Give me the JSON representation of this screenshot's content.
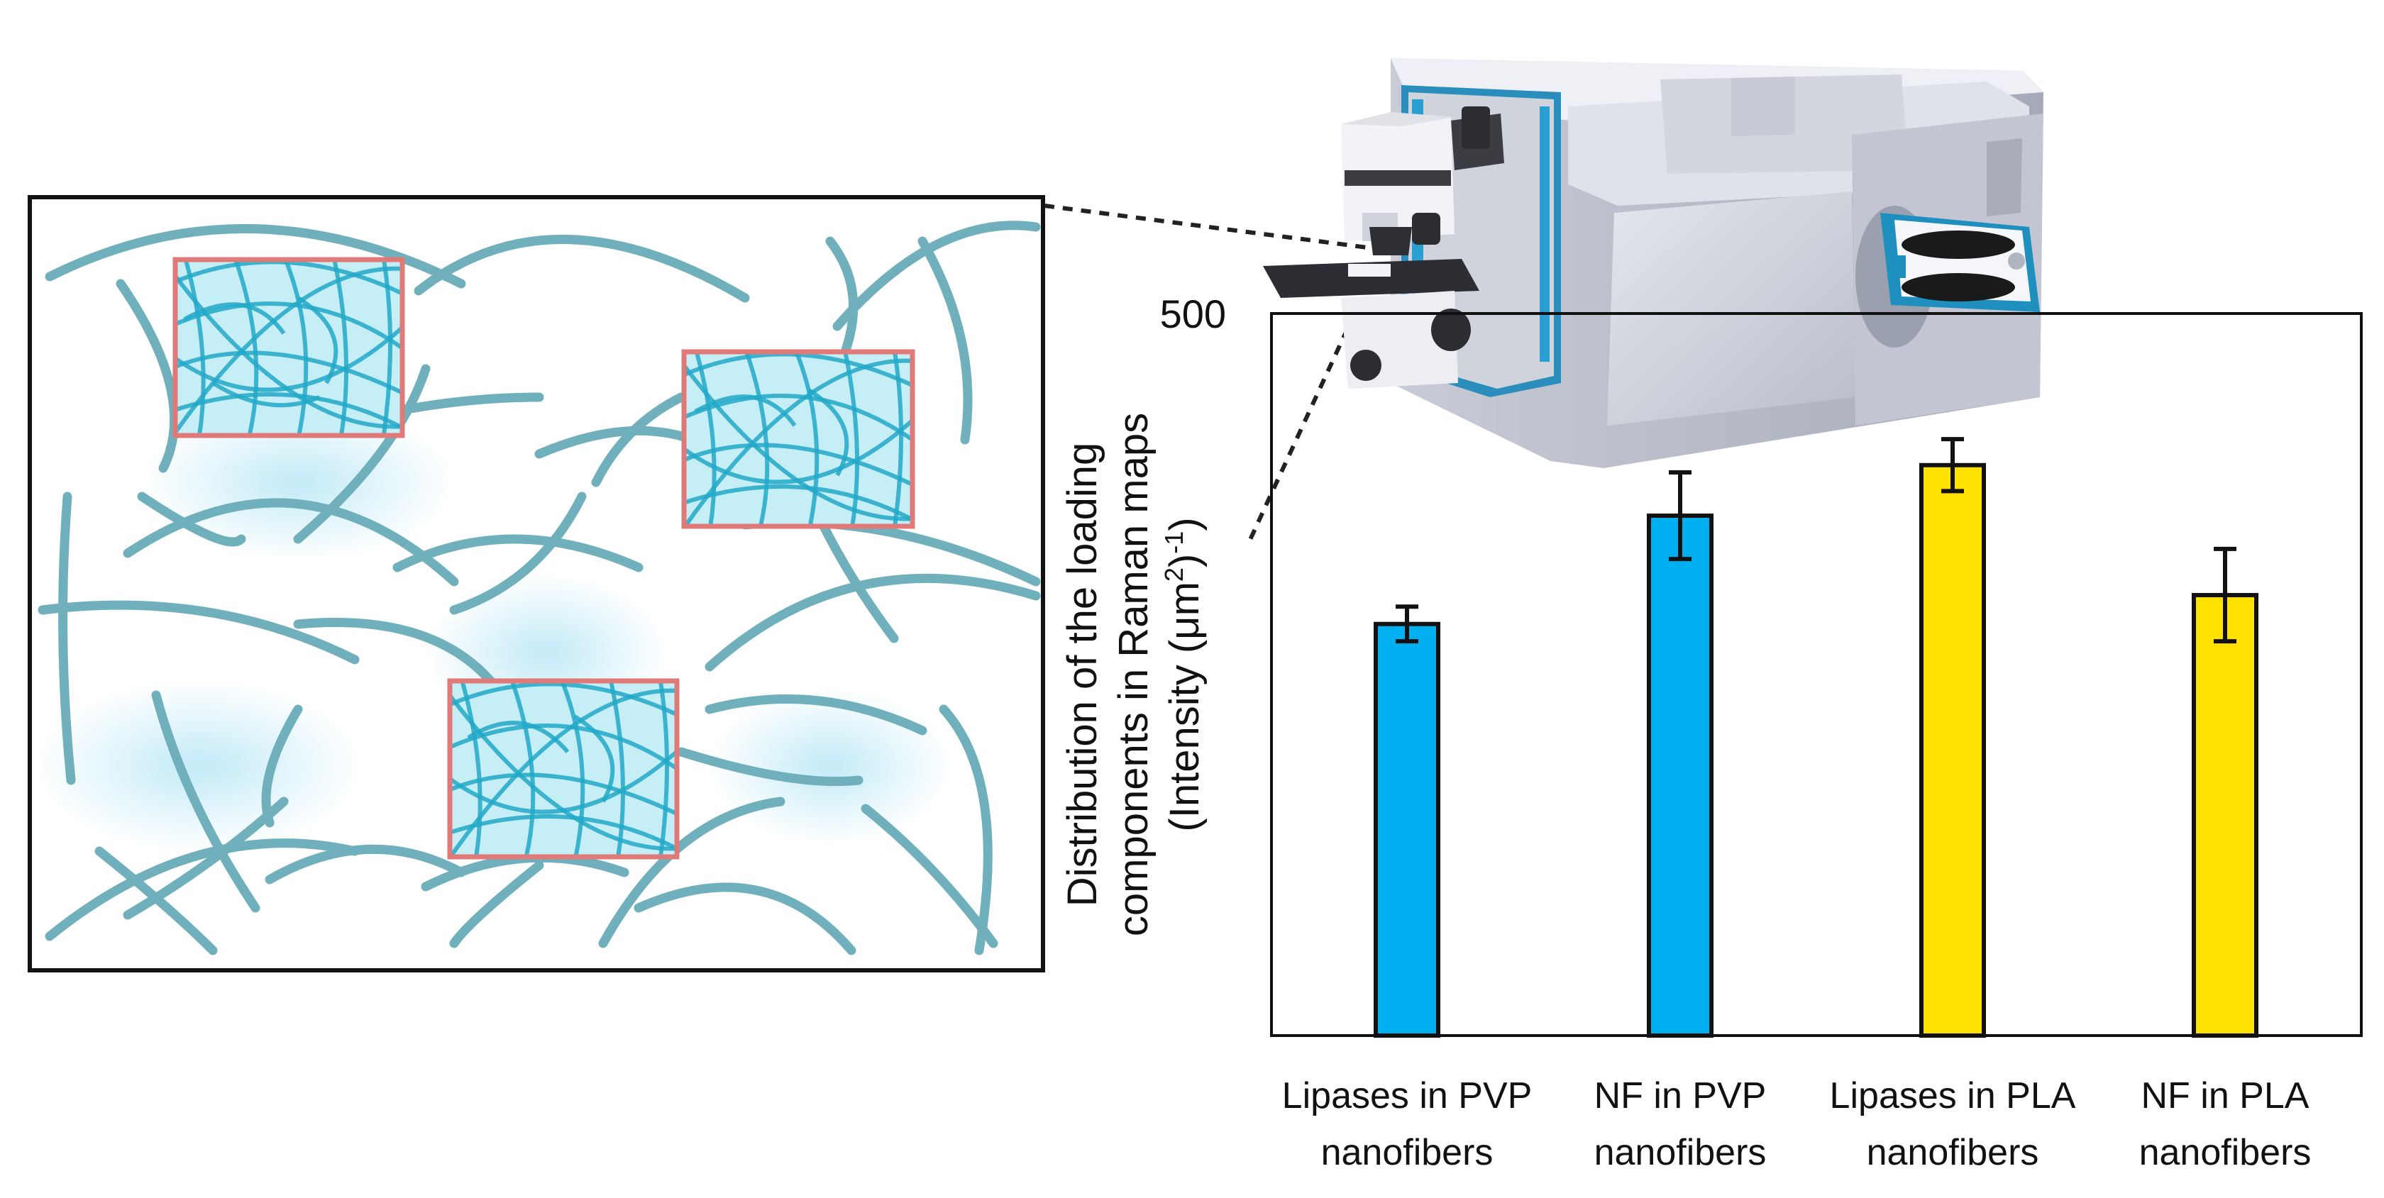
{
  "chart_data": {
    "type": "bar",
    "categories": [
      [
        "Lipases in PVP",
        "nanofibers"
      ],
      [
        "NF in PVP",
        "nanofibers"
      ],
      [
        "Lipases in PLA",
        "nanofibers"
      ],
      [
        "NF in PLA",
        "nanofibers"
      ]
    ],
    "values": [
      285,
      360,
      395,
      305
    ],
    "errors": [
      12,
      30,
      18,
      32
    ],
    "bar_colors": [
      "#00b0f0",
      "#00b0f0",
      "#ffe100",
      "#ffe100"
    ],
    "ylim": [
      0,
      500
    ],
    "yticks": [
      "500"
    ],
    "ylabel": [
      "Distribution of the loading",
      "components in Raman maps"
    ],
    "ylabel_unit": {
      "pre": "(Intensity (μm",
      "sup1": "2",
      "mid": ")",
      "sup2": "-1",
      "post": ")"
    },
    "title": "",
    "xlabel": "",
    "grid": false,
    "legend": "none"
  },
  "illustration": {
    "fiber_color": "#6fb0bc",
    "dense_patch_color": "#22a8c8",
    "patch_border_color": "#e07a78",
    "glow_color": "#bfe9f6",
    "instrument": "raman-microscope-illustration"
  }
}
